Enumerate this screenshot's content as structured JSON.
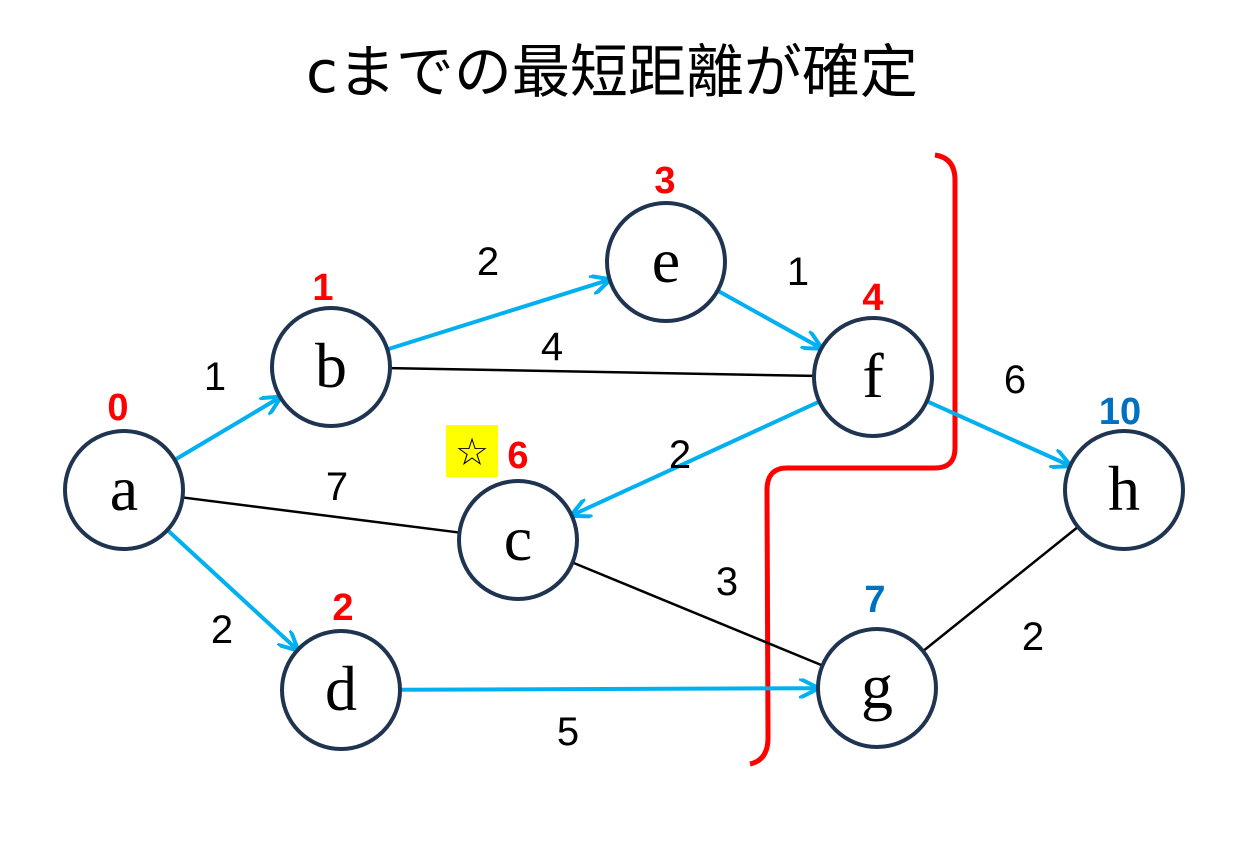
{
  "title": "cまでの最短距離が確定",
  "colors": {
    "confirmed": "#ff0000",
    "tentative": "#0070c0",
    "tree_edge": "#00b0f0",
    "edge": "#000000",
    "node_border": "#1f3450",
    "cut_line": "#ff0000",
    "highlight": "#ffff00"
  },
  "nodes": [
    {
      "id": "a",
      "label": "a",
      "dist": "0",
      "state": "confirmed"
    },
    {
      "id": "b",
      "label": "b",
      "dist": "1",
      "state": "confirmed"
    },
    {
      "id": "c",
      "label": "c",
      "dist": "6",
      "state": "confirmed",
      "marker": "☆"
    },
    {
      "id": "d",
      "label": "d",
      "dist": "2",
      "state": "confirmed"
    },
    {
      "id": "e",
      "label": "e",
      "dist": "3",
      "state": "confirmed"
    },
    {
      "id": "f",
      "label": "f",
      "dist": "4",
      "state": "confirmed"
    },
    {
      "id": "g",
      "label": "g",
      "dist": "7",
      "state": "tentative"
    },
    {
      "id": "h",
      "label": "h",
      "dist": "10",
      "state": "tentative"
    }
  ],
  "edges": [
    {
      "from": "a",
      "to": "b",
      "weight": "1",
      "tree": true
    },
    {
      "from": "a",
      "to": "d",
      "weight": "2",
      "tree": true
    },
    {
      "from": "a",
      "to": "c",
      "weight": "7",
      "tree": false
    },
    {
      "from": "b",
      "to": "e",
      "weight": "2",
      "tree": true
    },
    {
      "from": "b",
      "to": "f",
      "weight": "4",
      "tree": false
    },
    {
      "from": "e",
      "to": "f",
      "weight": "1",
      "tree": true
    },
    {
      "from": "f",
      "to": "c",
      "weight": "2",
      "tree": true
    },
    {
      "from": "f",
      "to": "h",
      "weight": "6",
      "tree": true
    },
    {
      "from": "c",
      "to": "g",
      "weight": "3",
      "tree": false
    },
    {
      "from": "d",
      "to": "g",
      "weight": "5",
      "tree": true
    },
    {
      "from": "g",
      "to": "h",
      "weight": "2",
      "tree": false
    }
  ]
}
